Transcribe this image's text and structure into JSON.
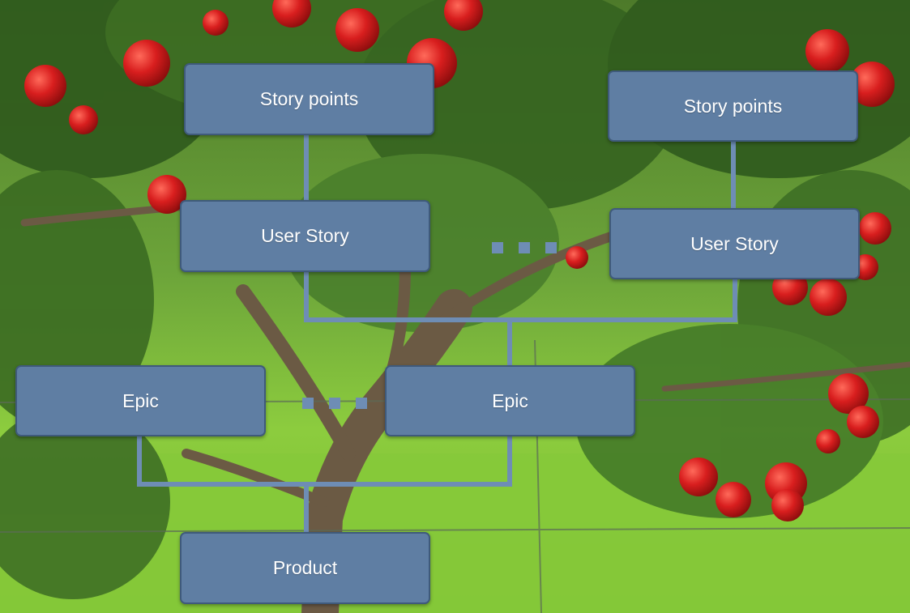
{
  "nodes": {
    "story_points_left": "Story points",
    "story_points_right": "Story points",
    "user_story_left": "User Story",
    "user_story_right": "User Story",
    "epic_left": "Epic",
    "epic_right": "Epic",
    "product": "Product"
  },
  "colors": {
    "node_fill": "#5f7ea3",
    "node_border": "#3f5a7b",
    "connector": "#6e8db5"
  }
}
